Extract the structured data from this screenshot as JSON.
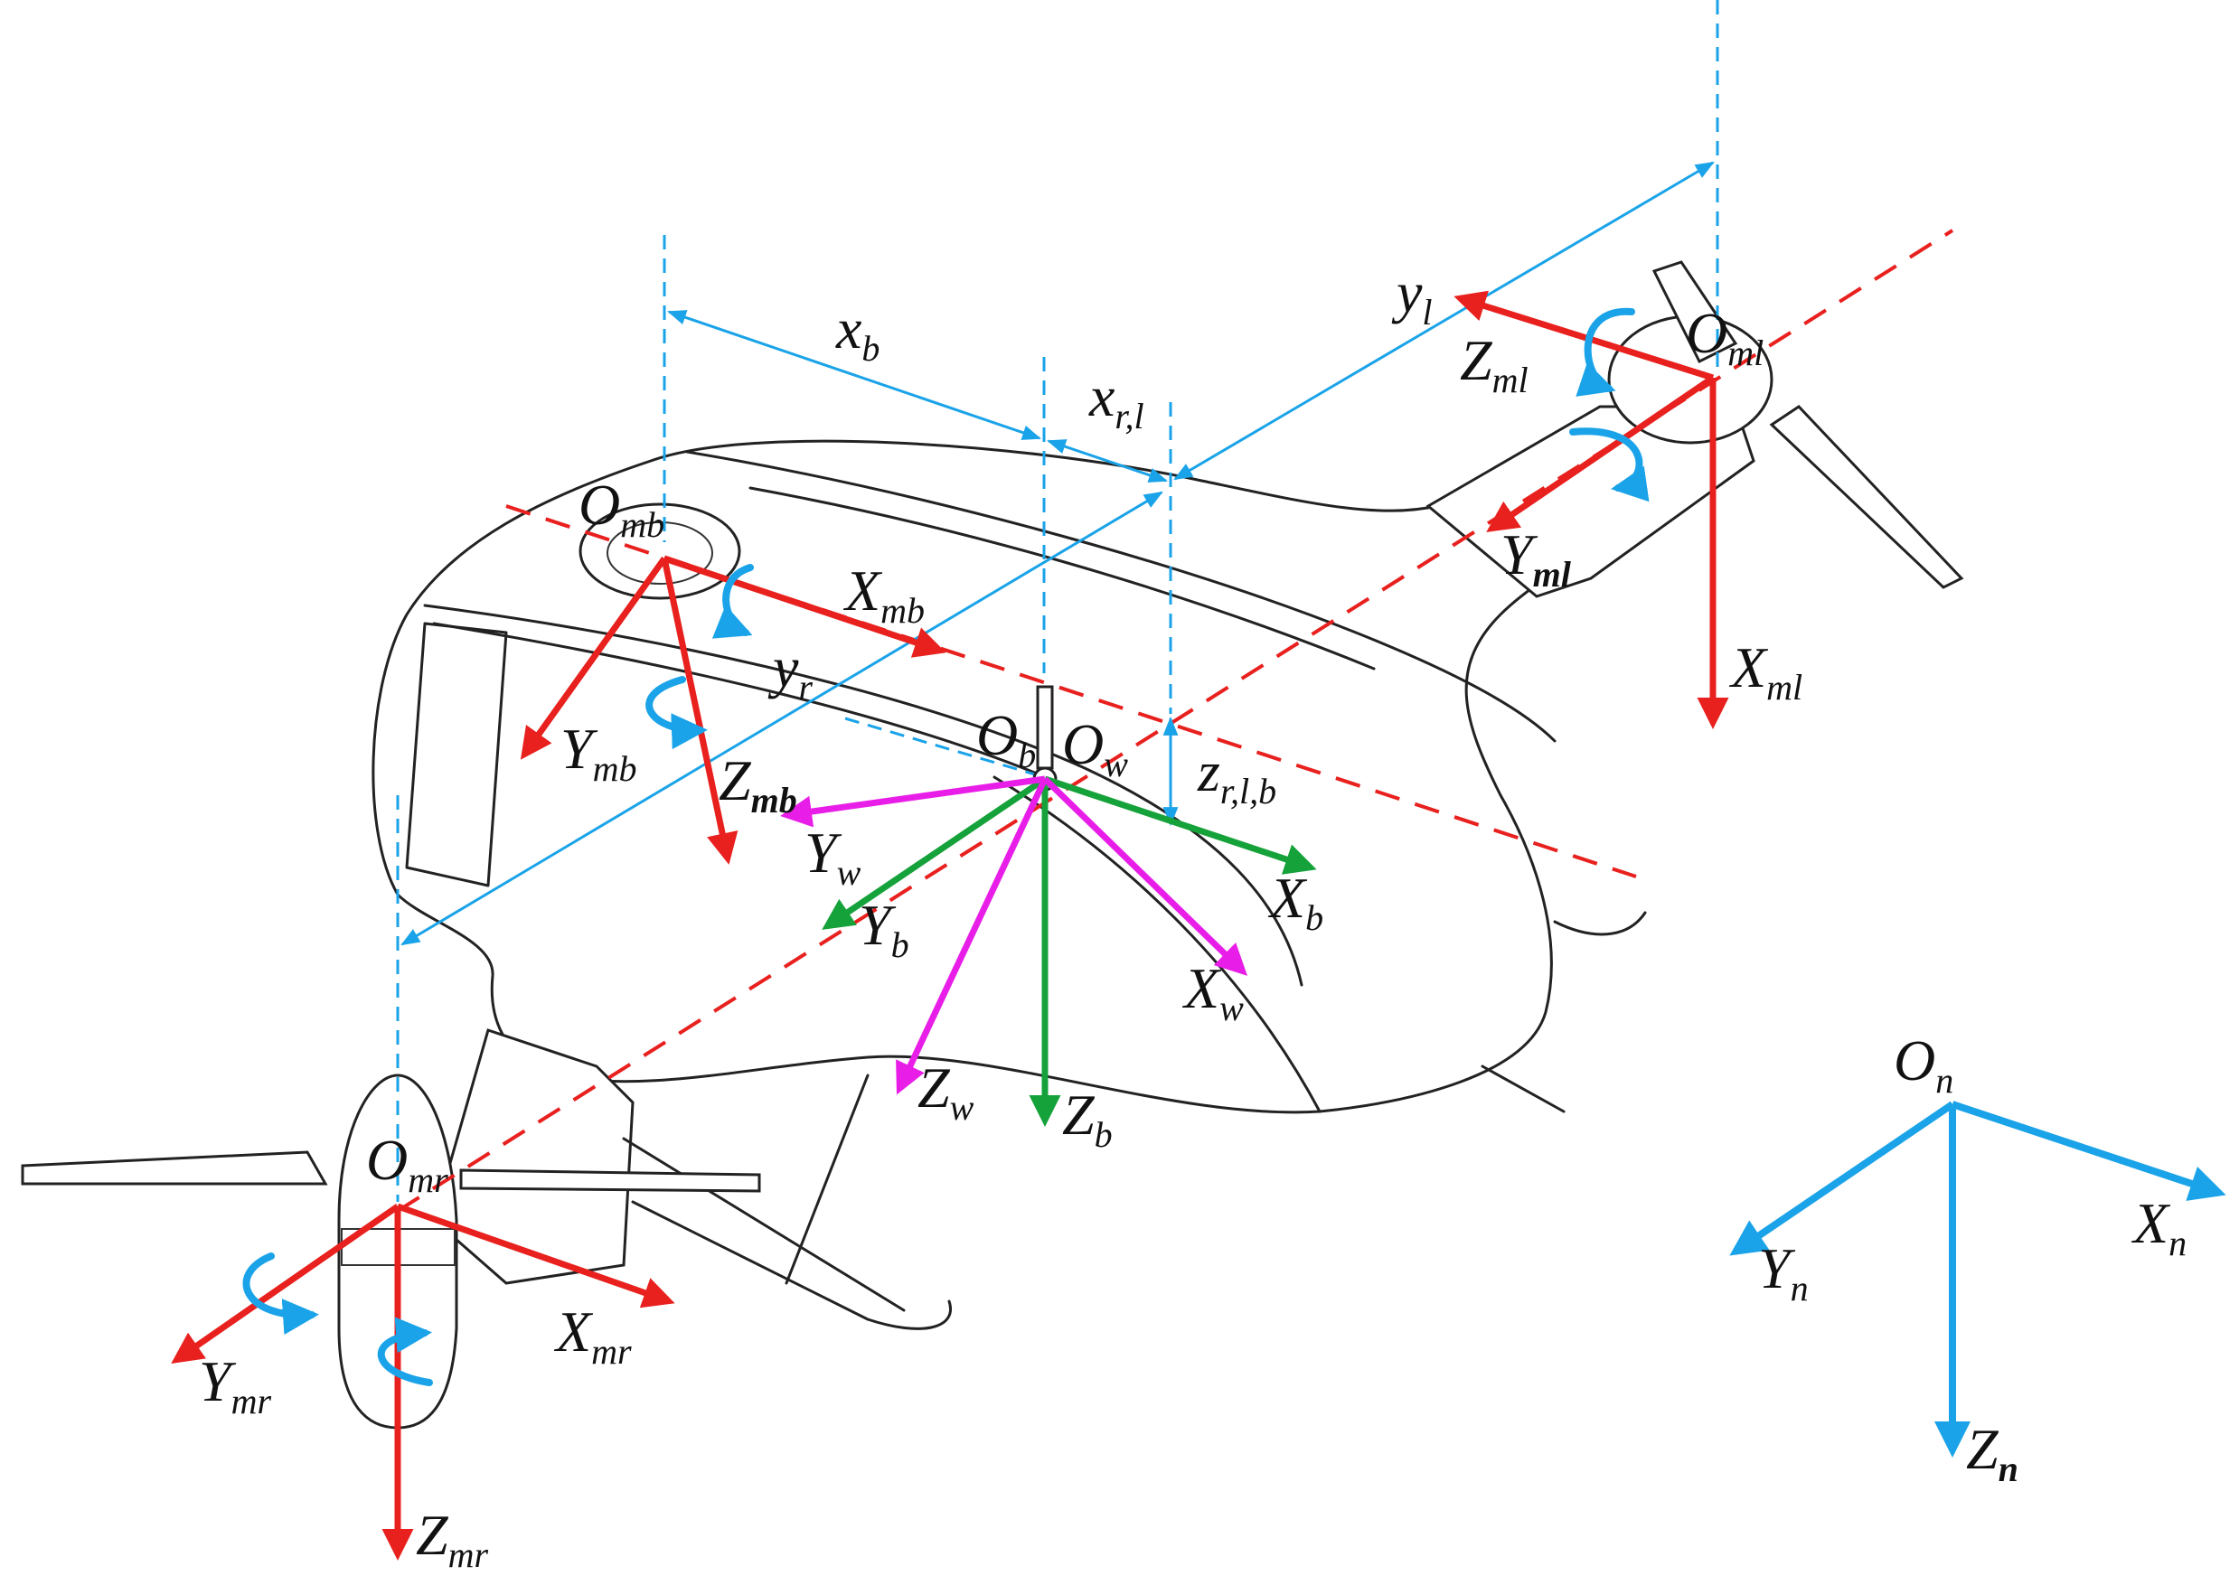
{
  "colors": {
    "motor_frame": "#e8201e",
    "body_frame": "#16a23a",
    "wind_frame": "#e81ee8",
    "ned_frame": "#1aa3e8",
    "dimension": "#1aa3e8",
    "outline": "#222222"
  },
  "dimensions": {
    "x_b": {
      "main": "x",
      "sub": "b"
    },
    "x_rl": {
      "main": "x",
      "sub": "r,l"
    },
    "y_l": {
      "main": "y",
      "sub": "l"
    },
    "y_r": {
      "main": "y",
      "sub": "r"
    },
    "z_rlb": {
      "main": "z",
      "sub": "r,l,b"
    }
  },
  "frames": {
    "motor_back": {
      "origin": {
        "main": "O",
        "sub": "mb"
      },
      "x": {
        "main": "X",
        "sub": "mb"
      },
      "y": {
        "main": "Y",
        "sub": "mb"
      },
      "z": {
        "main": "Z",
        "sub": "mb"
      }
    },
    "motor_left": {
      "origin": {
        "main": "O",
        "sub": "ml"
      },
      "x": {
        "main": "X",
        "sub": "ml"
      },
      "y": {
        "main": "Y",
        "sub": "ml"
      },
      "z": {
        "main": "Z",
        "sub": "ml"
      }
    },
    "motor_right": {
      "origin": {
        "main": "O",
        "sub": "mr"
      },
      "x": {
        "main": "X",
        "sub": "mr"
      },
      "y": {
        "main": "Y",
        "sub": "mr"
      },
      "z": {
        "main": "Z",
        "sub": "mr"
      }
    },
    "body": {
      "origin": {
        "main": "O",
        "sub": "b"
      },
      "x": {
        "main": "X",
        "sub": "b"
      },
      "y": {
        "main": "Y",
        "sub": "b"
      },
      "z": {
        "main": "Z",
        "sub": "b"
      }
    },
    "wind": {
      "origin": {
        "main": "O",
        "sub": "w"
      },
      "x": {
        "main": "X",
        "sub": "w"
      },
      "y": {
        "main": "Y",
        "sub": "w"
      },
      "z": {
        "main": "Z",
        "sub": "w"
      }
    },
    "ned": {
      "origin": {
        "main": "O",
        "sub": "n"
      },
      "x": {
        "main": "X",
        "sub": "n"
      },
      "y": {
        "main": "Y",
        "sub": "n"
      },
      "z": {
        "main": "Z",
        "sub": "n"
      }
    }
  }
}
